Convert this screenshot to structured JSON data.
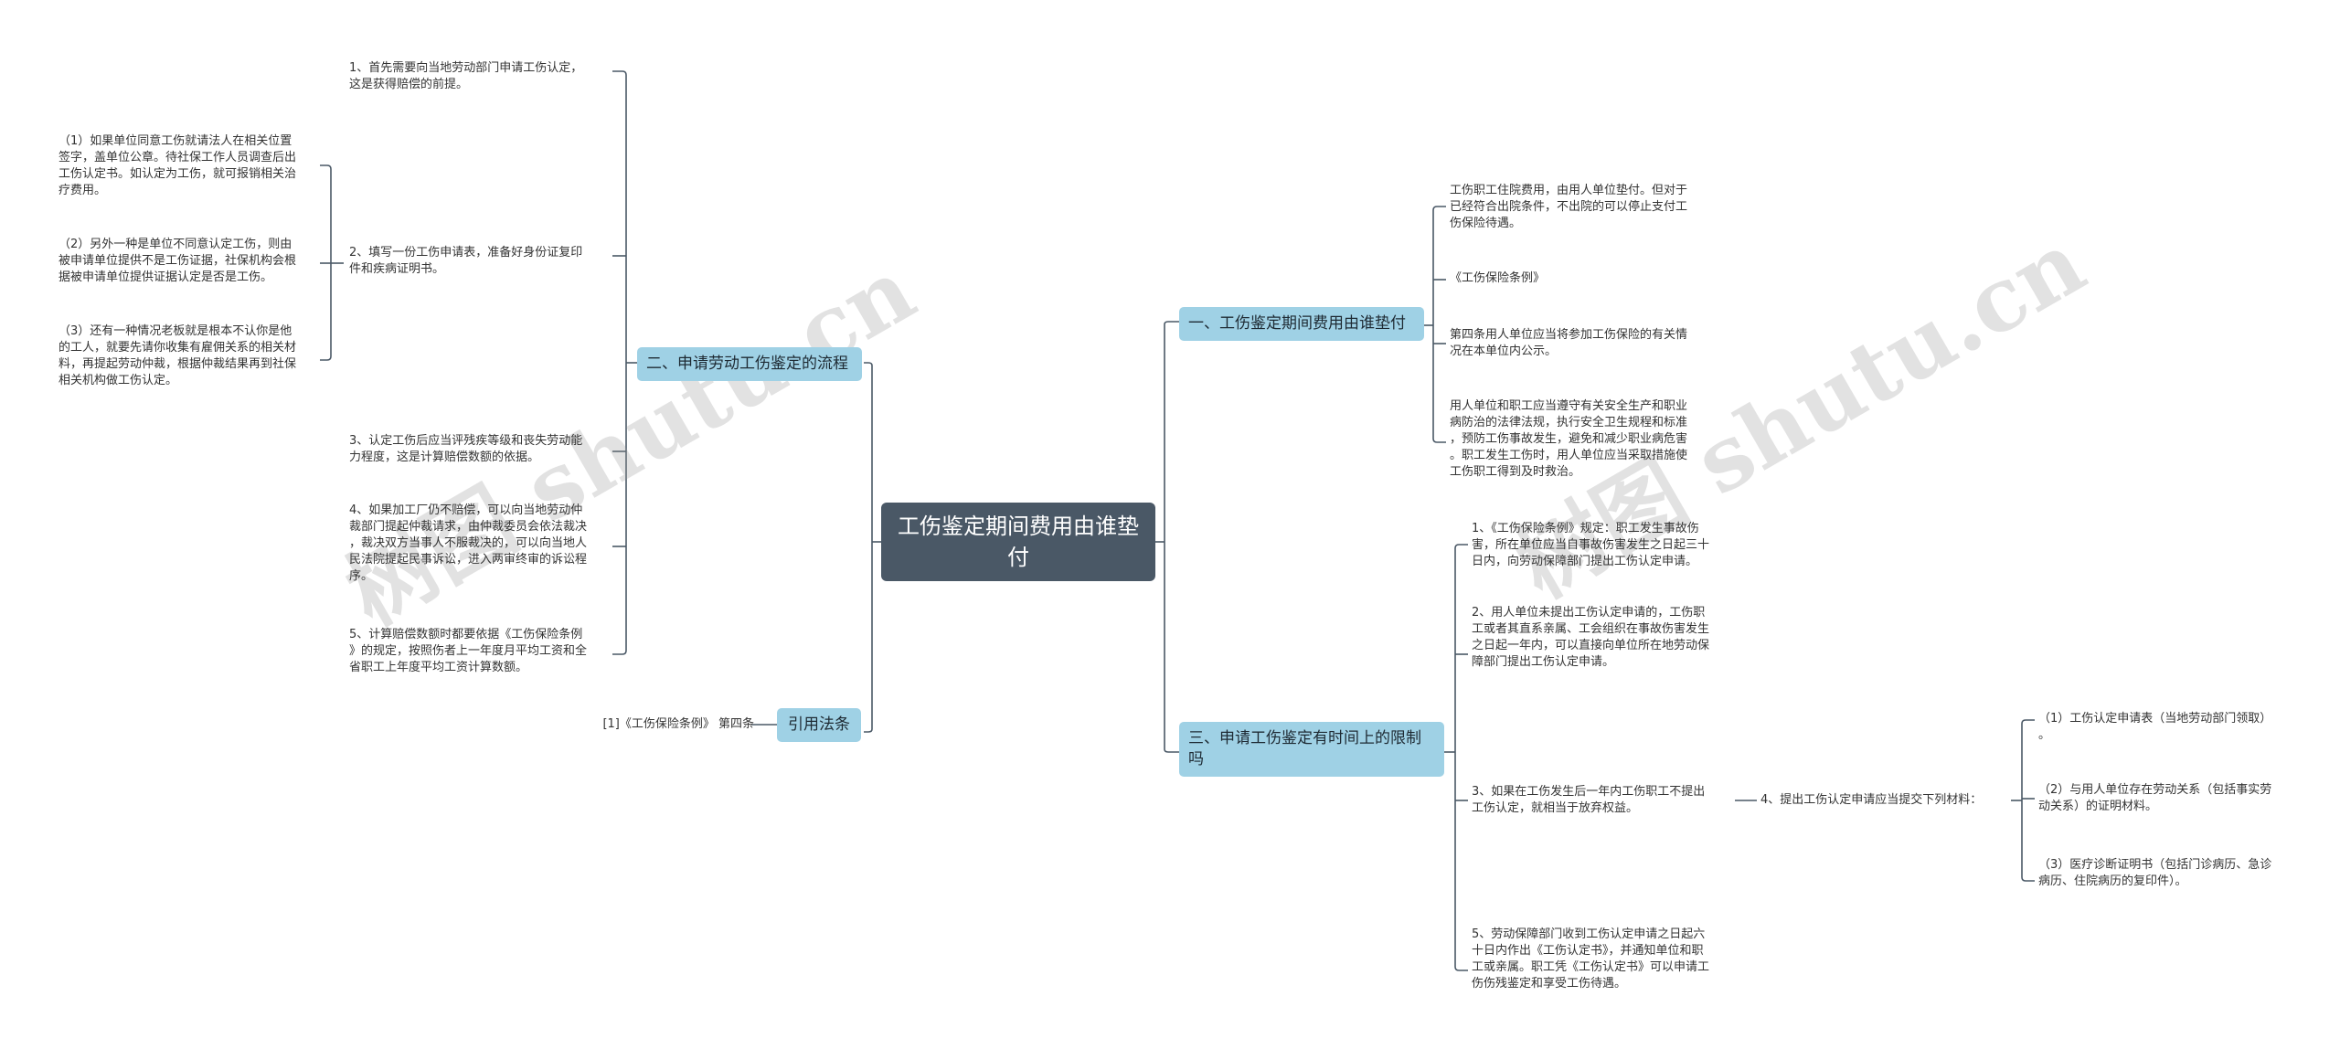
{
  "root": {
    "title": "工伤鉴定期间费用由谁垫付"
  },
  "watermark": "树图 shutu.cn",
  "left": {
    "process": {
      "label": "二、申请劳动工伤鉴定的流程",
      "step1": "1、首先需要向当地劳动部门申请工伤认定，\n这是获得赔偿的前提。",
      "step2": "2、填写一份工伤申请表，准备好身份证复印\n件和疾病证明书。",
      "step2_sub1": "（1）如果单位同意工伤就请法人在相关位置\n签字，盖单位公章。待社保工作人员调查后出\n工伤认定书。如认定为工伤，就可报销相关治\n疗费用。",
      "step2_sub2": "（2）另外一种是单位不同意认定工伤，则由\n被申请单位提供不是工伤证据，社保机构会根\n据被申请单位提供证据认定是否是工伤。",
      "step2_sub3": "（3）还有一种情况老板就是根本不认你是他\n的工人，就要先请你收集有雇佣关系的相关材\n料，再提起劳动仲裁，根据仲裁结果再到社保\n相关机构做工伤认定。",
      "step3": "3、认定工伤后应当评残疾等级和丧失劳动能\n力程度，这是计算赔偿数额的依据。",
      "step4": "4、如果加工厂仍不赔偿，可以向当地劳动仲\n裁部门提起仲裁请求，由仲裁委员会依法裁决\n，裁决双方当事人不服裁决的，可以向当地人\n民法院提起民事诉讼，进入两审终审的诉讼程\n序。",
      "step5": "5、计算赔偿数额时都要依据《工伤保险条例\n》的规定，按照伤者上一年度月平均工资和全\n省职工上年度平均工资计算数额。"
    },
    "law": {
      "label": "引用法条",
      "item": "[1]《工伤保险条例》 第四条"
    }
  },
  "right": {
    "who_pays": {
      "label": "一、工伤鉴定期间费用由谁垫付",
      "item1": "工伤职工住院费用，由用人单位垫付。但对于\n已经符合出院条件，不出院的可以停止支付工\n伤保险待遇。",
      "item2": "《工伤保险条例》",
      "item3": "第四条用人单位应当将参加工伤保险的有关情\n况在本单位内公示。",
      "item4": "用人单位和职工应当遵守有关安全生产和职业\n病防治的法律法规，执行安全卫生规程和标准\n，预防工伤事故发生，避免和减少职业病危害\n。职工发生工伤时，用人单位应当采取措施使\n工伤职工得到及时救治。"
    },
    "time_limit": {
      "label": "三、申请工伤鉴定有时间上的限制\n吗",
      "item1": "1、《工伤保险条例》规定：职工发生事故伤\n害，所在单位应当自事故伤害发生之日起三十\n日内，向劳动保障部门提出工伤认定申请。",
      "item2": "2、用人单位未提出工伤认定申请的，工伤职\n工或者其直系亲属、工会组织在事故伤害发生\n之日起一年内，可以直接向单位所在地劳动保\n障部门提出工伤认定申请。",
      "item3": "3、如果在工伤发生后一年内工伤职工不提出\n工伤认定，就相当于放弃权益。",
      "item4": "4、提出工伤认定申请应当提交下列材料：",
      "item4_sub1": "（1）工伤认定申请表（当地劳动部门领取）\n。",
      "item4_sub2": "（2）与用人单位存在劳动关系（包括事实劳\n动关系）的证明材料。",
      "item4_sub3": "（3）医疗诊断证明书（包括门诊病历、急诊\n病历、住院病历的复印件）。",
      "item5": "5、劳动保障部门收到工伤认定申请之日起六\n十日内作出《工伤认定书》，并通知单位和职\n工或亲属。职工凭《工伤认定书》可以申请工\n伤伤残鉴定和享受工伤待遇。"
    }
  },
  "colors": {
    "root_bg": "#4a5866",
    "branch_bg": "#9fd1e5",
    "line": "#4a5866"
  }
}
